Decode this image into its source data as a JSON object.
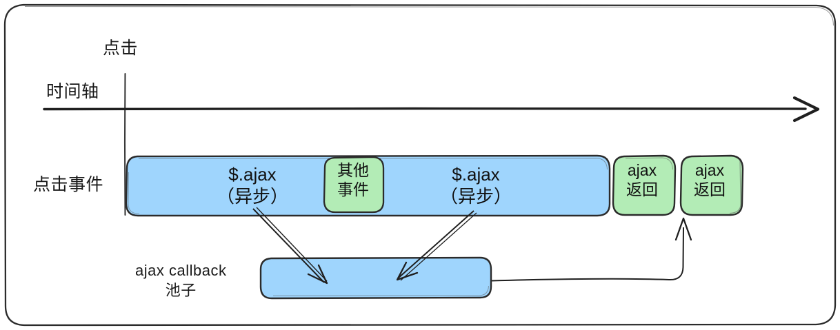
{
  "diagram": {
    "title_hidden": "",
    "frame": {
      "shape": "rounded-rectangle",
      "stroke": "#2b2b2b"
    },
    "colors": {
      "blue_fill": "#9fd5fd",
      "green_fill": "#b3ecb6",
      "stroke": "#2b2b2b",
      "text": "#161616",
      "background": "#ffffff"
    },
    "labels": {
      "click": "点击",
      "timeline": "时间轴",
      "click_event": "点击事件",
      "callback_pool_line1": "ajax callback",
      "callback_pool_line2": "池子"
    },
    "timeline": {
      "axis_name": "timeline-axis",
      "arrow_direction": "right",
      "marker_name": "click-marker-line"
    },
    "event_blocks": [
      {
        "id": "ajax-1",
        "kind": "blue",
        "line1": "$.ajax",
        "line2": "（异步）"
      },
      {
        "id": "other",
        "kind": "green",
        "line1": "其他",
        "line2": "事件"
      },
      {
        "id": "ajax-2",
        "kind": "blue",
        "line1": "$.ajax",
        "line2": "（异步）"
      },
      {
        "id": "return-1",
        "kind": "green",
        "line1": "ajax",
        "line2": "返回"
      },
      {
        "id": "return-2",
        "kind": "green",
        "line1": "ajax",
        "line2": "返回"
      }
    ],
    "callback_pool": {
      "id": "callback-pool-bar",
      "kind": "blue",
      "label_line1": "ajax callback",
      "label_line2": "池子"
    },
    "connectors": [
      {
        "id": "ajax1-to-pool",
        "from": "ajax-1",
        "to": "callback-pool-bar",
        "style": "straight-arrow"
      },
      {
        "id": "ajax2-to-pool",
        "from": "ajax-2",
        "to": "callback-pool-bar",
        "style": "straight-arrow"
      },
      {
        "id": "pool-to-return2",
        "from": "callback-pool-bar",
        "to": "return-2",
        "style": "elbow-arrow"
      }
    ]
  }
}
